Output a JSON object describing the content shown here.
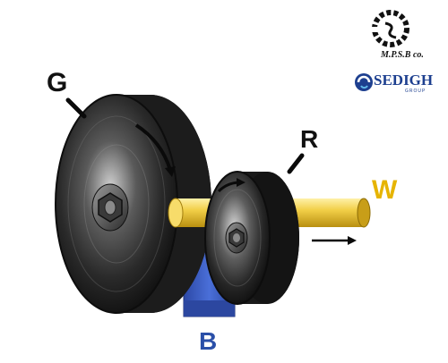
{
  "labels": {
    "grinding_wheel": "G",
    "regulating_wheel": "R",
    "workpiece": "W",
    "work_rest_blade": "B"
  },
  "logos": {
    "mpsb": "M.P.S.B co.",
    "sedigh": "SEDIGH",
    "sedigh_sub": "GROUP"
  },
  "colors": {
    "label_g": "#111111",
    "label_r": "#111111",
    "label_w": "#e6b400",
    "label_b": "#2a4fa8",
    "workpiece": "#e8c23a",
    "blade": "#3a5cc4",
    "wheel_dark": "#1a1a1a",
    "sedigh_blue": "#1d3f8f"
  },
  "icons": {
    "rotation_arrow_grinding": "curved-arrow-icon",
    "rotation_arrow_regulating": "curved-arrow-icon",
    "feed_direction_arrow": "arrow-right-icon",
    "mpsb_logo": "gear-logo-icon",
    "sedigh_logo": "swirl-logo-icon"
  }
}
